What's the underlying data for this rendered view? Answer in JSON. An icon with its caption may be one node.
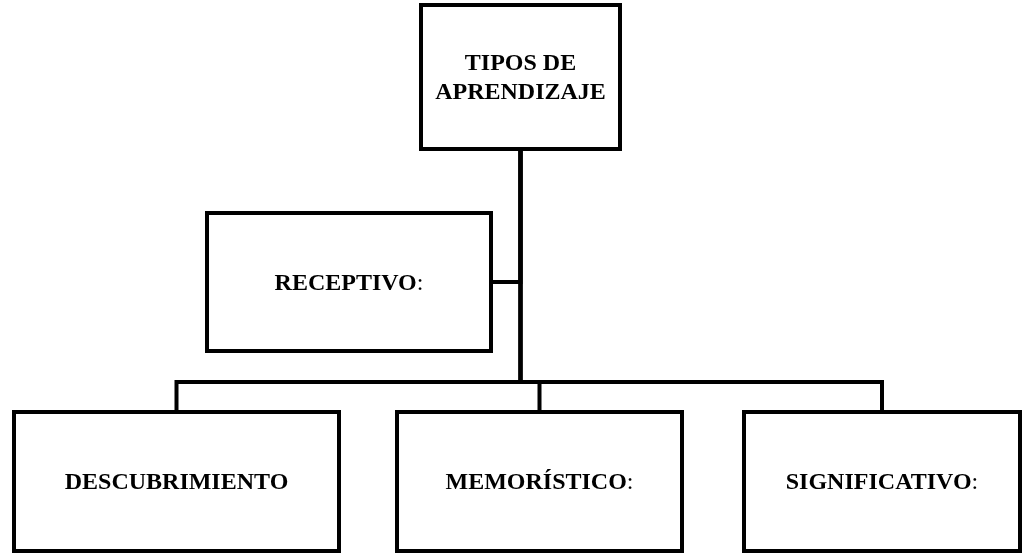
{
  "diagram": {
    "nodes": [
      {
        "text": [
          "TIPOS DE APRENDIZAJE"
        ]
      },
      {
        "text": [
          "**RECEPTIVO**:"
        ]
      },
      {
        "text": [
          "DESCUBRIMIENTO"
        ]
      },
      {
        "text": [
          "**MEMORÍSTICO**:"
        ]
      },
      {
        "text": [
          "**SIGNIFICATIVO**:"
        ]
      }
    ],
    "edges": [
      {
        "from": 0,
        "to": 1,
        "arrow": "none"
      },
      {
        "from": 0,
        "to": 2,
        "arrow": "none"
      },
      {
        "from": 0,
        "to": 3,
        "arrow": "none"
      },
      {
        "from": 0,
        "to": 4,
        "arrow": "none"
      }
    ]
  }
}
